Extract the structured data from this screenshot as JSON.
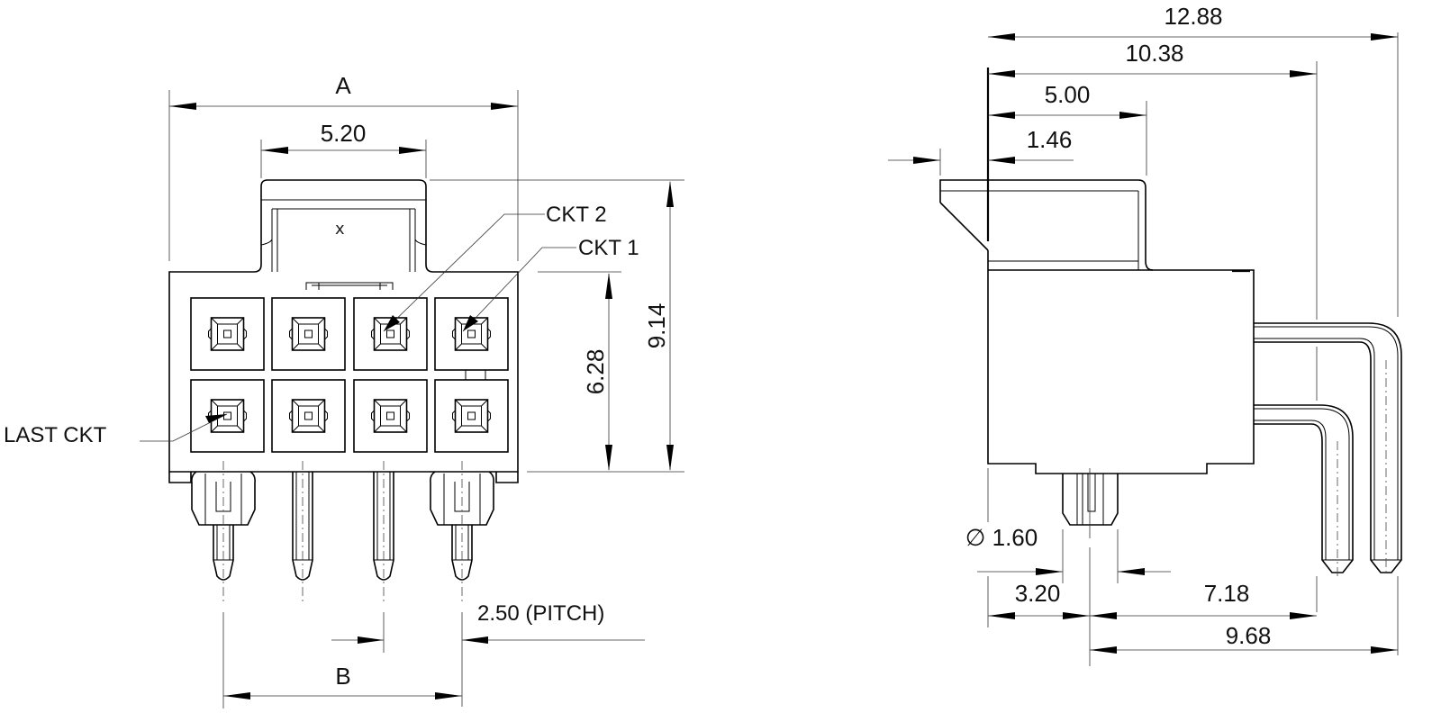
{
  "drawing": {
    "title": "Connector header technical drawing — front view and side view",
    "units": "mm",
    "front_view": {
      "dimensions": {
        "overall_width": "A",
        "latch_width": "5.20",
        "mating_height": "6.28",
        "overall_height": "9.14",
        "pin_span": "B",
        "pitch": "2.50 (PITCH)"
      },
      "callouts": {
        "ckt2": "CKT 2",
        "ckt1": "CKT 1",
        "last_ckt": "LAST CKT"
      },
      "latch_mark": "x",
      "circuits": {
        "rows": 2,
        "columns": 4
      }
    },
    "side_view": {
      "dimensions": {
        "overall_depth": "12.88",
        "rear_pin_offset": "10.38",
        "latch_length": "5.00",
        "latch_overhang": "1.46",
        "peg_diameter": "∅ 1.60",
        "peg_offset": "3.20",
        "front_pin_offset": "7.18",
        "rear_pin_from_peg": "9.68"
      }
    }
  }
}
